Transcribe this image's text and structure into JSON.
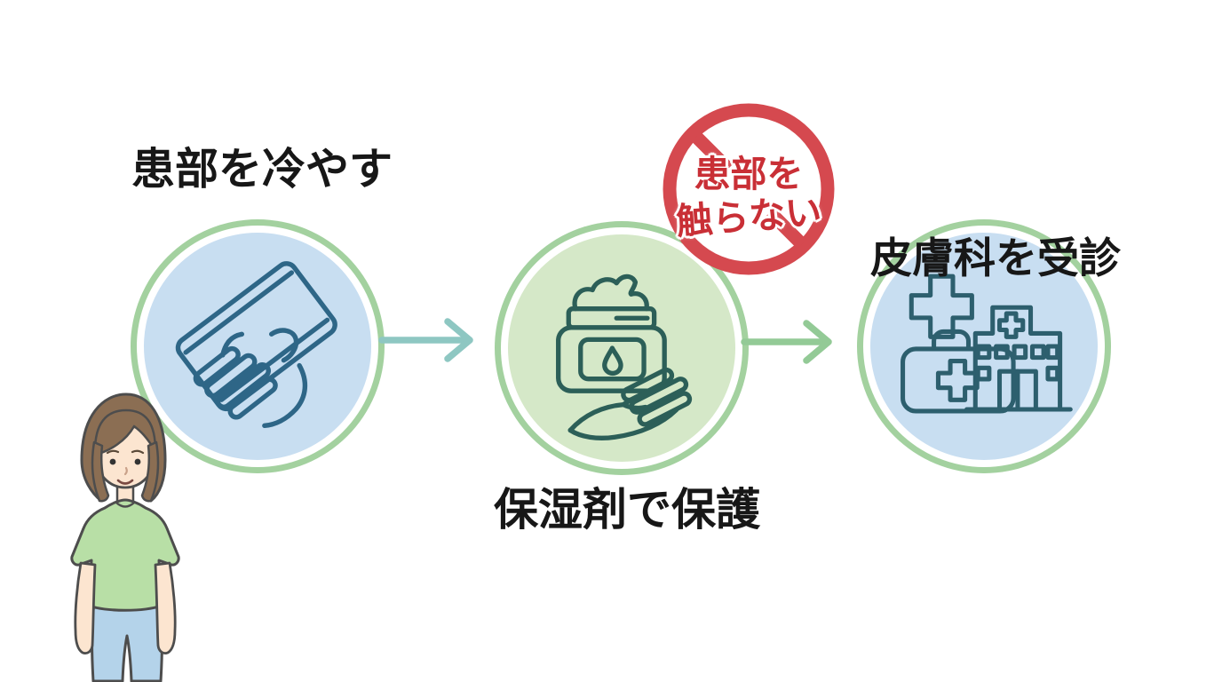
{
  "diagram": {
    "steps": [
      {
        "label": "患部を冷やす",
        "icon": "cold-compress-icon",
        "circle_fill": "#c8def1",
        "ring_color": "#a3d19f",
        "icon_stroke": "#2e6687"
      },
      {
        "label": "保湿剤で保護",
        "icon": "moisturizer-hand-icon",
        "circle_fill": "#d5e8c8",
        "ring_color": "#a3d19f",
        "icon_stroke": "#2c5f58"
      },
      {
        "label": "皮膚科を受診",
        "icon": "hospital-icon",
        "circle_fill": "#c8def1",
        "ring_color": "#a3d19f",
        "icon_stroke": "#2d5f6e"
      }
    ],
    "arrows": [
      {
        "icon": "arrow-right-icon",
        "color": "#8ec7c2"
      },
      {
        "icon": "arrow-right-icon",
        "color": "#93ca96"
      }
    ],
    "prohibition": {
      "icon": "no-touch-prohibition-icon",
      "line1": "患部を",
      "line2": "触らない",
      "ring_color": "#d5494f",
      "text_color": "#c92f36"
    },
    "character": {
      "icon": "woman-illustration",
      "hair_color": "#8b6e53",
      "skin_color": "#fce5d0",
      "shirt_color": "#b8dfa6",
      "pants_color": "#b4d3ea"
    },
    "text_color": "#171717",
    "background_color": "#ffffff"
  }
}
